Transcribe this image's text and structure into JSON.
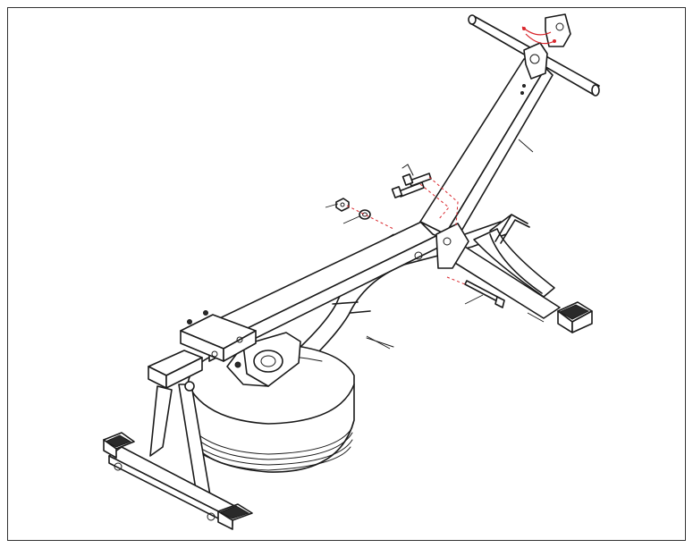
{
  "diagram": {
    "kind": "assembly exploded view",
    "subject": "rowing machine",
    "colors": {
      "line": "#1a1a1a",
      "assembly_path": "#d9262c",
      "background": "#ffffff",
      "frame_border": "#333333"
    },
    "parts": [
      "rear-stand",
      "front-stand",
      "main-rail",
      "lower-frame",
      "water-tank",
      "handlebar",
      "upright-post",
      "cable-sensor",
      "bolts",
      "washer",
      "nut",
      "support-rod",
      "hand-crank",
      "rear-foot-pads",
      "front-foot-pad"
    ]
  }
}
